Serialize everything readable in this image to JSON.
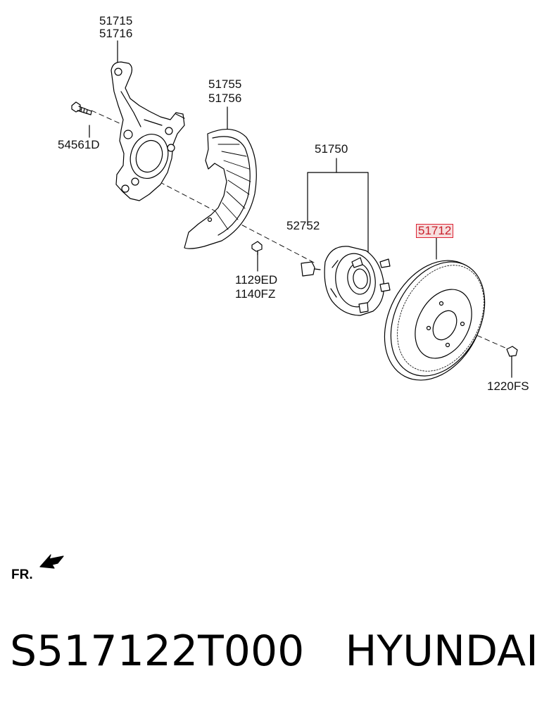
{
  "labels": {
    "knuckle_a": "51715",
    "knuckle_b": "51716",
    "shield_a": "51755",
    "shield_b": "51756",
    "bolt": "54561D",
    "hub_group": "51750",
    "stud": "52752",
    "screw_a": "1129ED",
    "screw_b": "1140FZ",
    "disc": "51712",
    "disc_screw": "1220FS"
  },
  "direction": {
    "text": "FR."
  },
  "footer": {
    "part_number": "S517122T000",
    "brand": "HYUNDAI"
  },
  "colors": {
    "highlight": "#d23",
    "highlight_bg": "#f6dede",
    "line": "#000000"
  }
}
